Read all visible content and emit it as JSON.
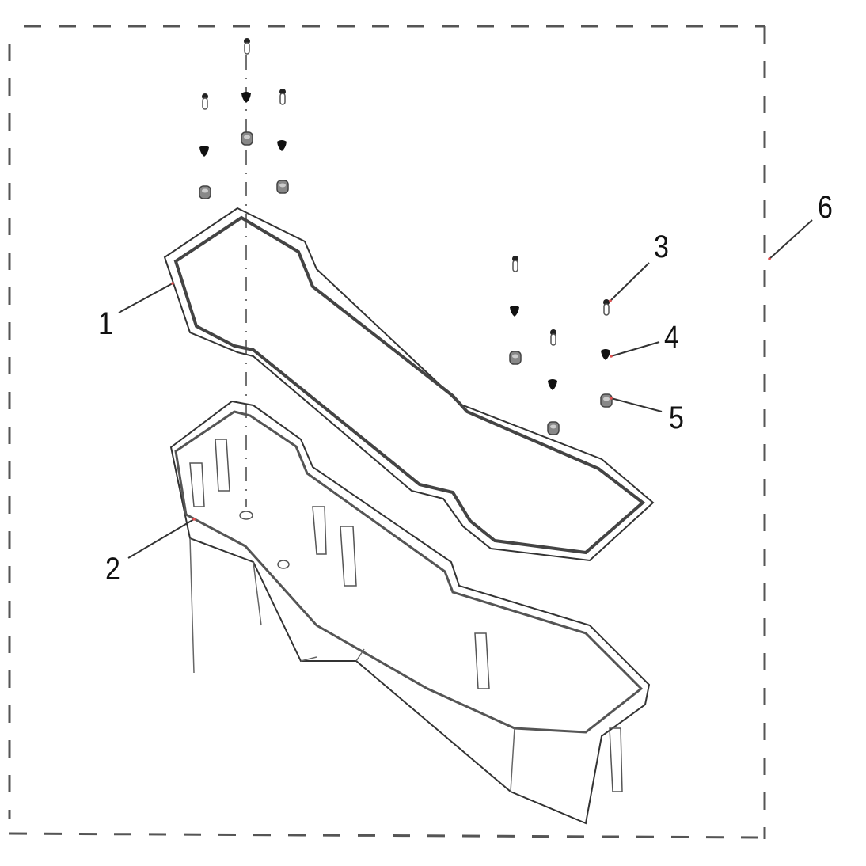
{
  "diagram": {
    "type": "exploded-parts-diagram",
    "colors": {
      "line": "#333333",
      "rim": "#555555",
      "leader_dot": "#e05050",
      "border_dash": "#555555"
    },
    "callouts": [
      {
        "number": "1",
        "part": "lid / rim frame"
      },
      {
        "number": "2",
        "part": "storage tub"
      },
      {
        "number": "3",
        "part": "bolt"
      },
      {
        "number": "4",
        "part": "washer / rivet head"
      },
      {
        "number": "5",
        "part": "grommet / nut"
      },
      {
        "number": "6",
        "part": "assembly (kit boundary)"
      }
    ]
  }
}
